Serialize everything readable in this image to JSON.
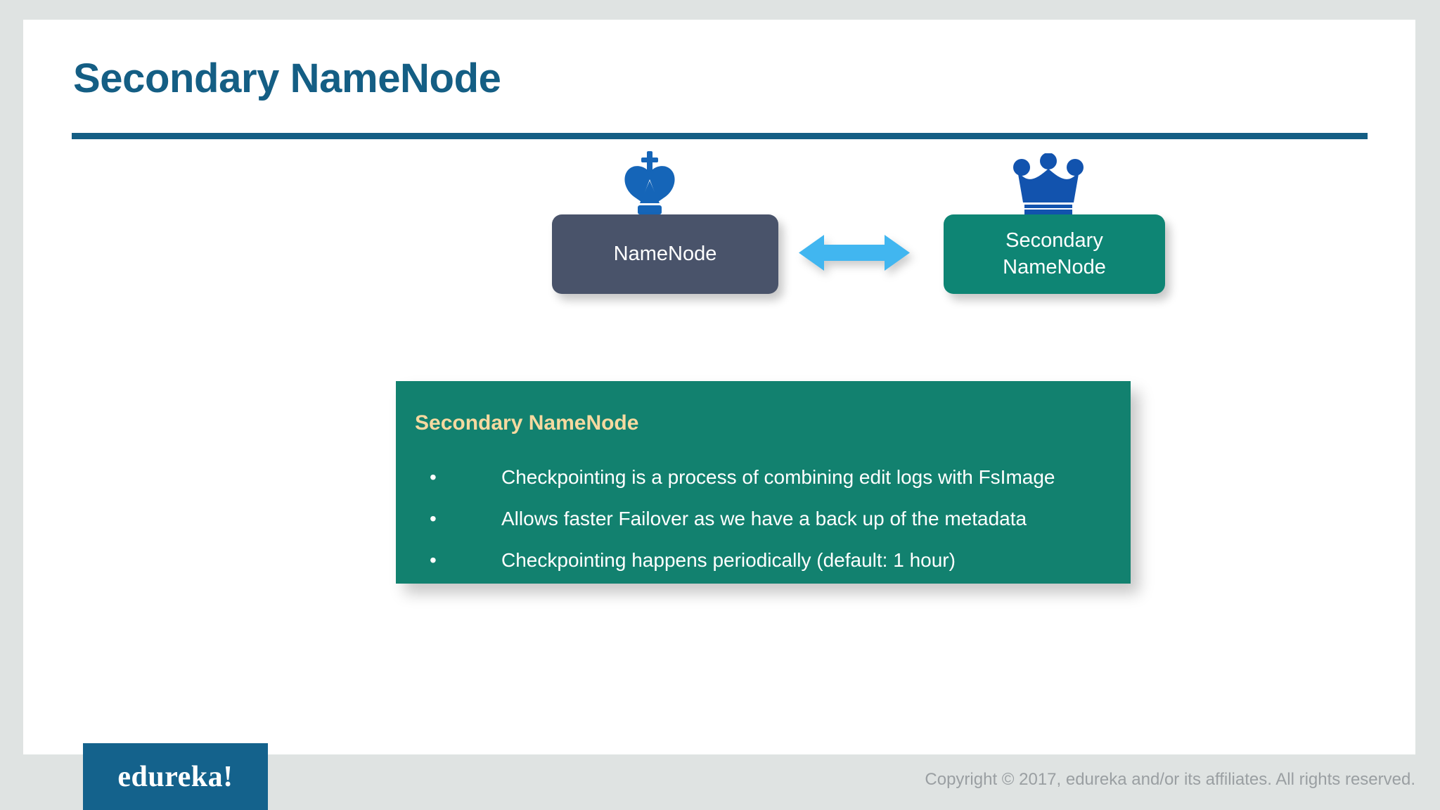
{
  "slide": {
    "title": "Secondary NameNode",
    "accent_color": "#145e84",
    "background_color": "#ffffff",
    "frame_color": "#dfe3e2"
  },
  "diagram": {
    "nodes": [
      {
        "id": "namenode",
        "label": "NameNode",
        "color": "#49536a",
        "icon": "chess-king-crown-icon"
      },
      {
        "id": "secondary-namenode",
        "label": "Secondary\nNameNode",
        "line1": "Secondary",
        "line2": "NameNode",
        "color": "#0e8574",
        "icon": "chess-queen-crown-icon"
      }
    ],
    "connector": {
      "type": "double-headed-arrow",
      "color": "#41b6f0"
    },
    "icon_color": "#1565b8"
  },
  "content_panel": {
    "heading": "Secondary NameNode",
    "heading_color": "#f6d9a0",
    "panel_color": "#12816f",
    "bullet_glyph": "•",
    "bullets": [
      "Checkpointing is a process of combining edit logs with FsImage",
      "Allows faster Failover as we have a back up of the metadata",
      "Checkpointing happens periodically (default: 1 hour)"
    ]
  },
  "footer": {
    "brand": "edureka!",
    "brand_bg": "#14628c",
    "copyright": "Copyright © 2017, edureka and/or its affiliates. All rights reserved."
  }
}
